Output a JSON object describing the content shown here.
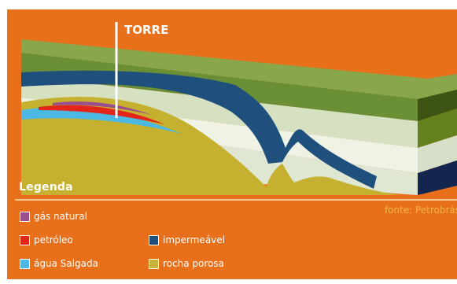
{
  "diagram": {
    "tower_label": "TORRE",
    "legend_title": "Legenda",
    "source": "fonte: Petrobrás"
  },
  "legend": [
    {
      "label": "gás natural",
      "color": "#9b4f8c",
      "icon": "square-swatch"
    },
    {
      "label": "petróleo",
      "color": "#e3261a",
      "icon": "square-swatch"
    },
    {
      "label": "impermeável",
      "color": "#1f4f7d",
      "icon": "square-swatch"
    },
    {
      "label": "água Salgada",
      "color": "#4cb8e4",
      "icon": "square-swatch"
    },
    {
      "label": "rocha porosa",
      "color": "#c8b43a",
      "icon": "square-swatch"
    }
  ],
  "colors": {
    "background": "#e8701b",
    "top_green": "#8ea948",
    "front_green": "#5f7d2d",
    "side_green": "#3e5318",
    "light_layer": "#d9e2c8",
    "pale_layer": "#f0f4ea",
    "impermeable_blue": "#1f4f7d",
    "porous_rock": "#c8b43a"
  }
}
